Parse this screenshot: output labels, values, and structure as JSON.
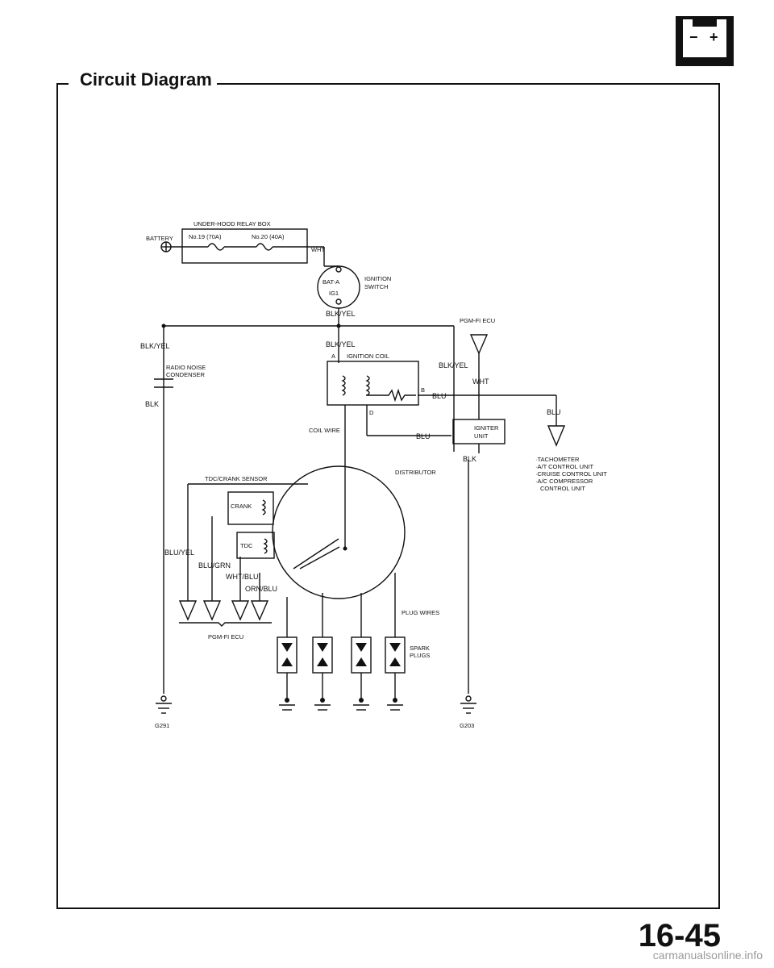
{
  "header": {
    "section_title": "Circuit Diagram",
    "battery_icon_symbols": [
      "−",
      "+"
    ]
  },
  "diagram": {
    "relay_box": {
      "title": "UNDER-HOOD RELAY BOX",
      "fuse_1": "No.19 (70A)",
      "fuse_2": "No.20 (40A)"
    },
    "battery": "BATTERY",
    "ignition_switch": {
      "label_line1": "IGNITION",
      "label_line2": "SWITCH",
      "terminal_1": "BAT-A",
      "terminal_2": "IG1"
    },
    "wires": {
      "wht_relay": "WHT",
      "blk_yel_main": "BLK/YEL",
      "blk_yel_left": "BLK/YEL",
      "blk_yel_coil": "BLK/YEL",
      "blk_yel_right": "BLK/YEL",
      "wht_right": "WHT",
      "blu_coil": "BLU",
      "blu_igniter": "BLU",
      "blu_output": "BLU",
      "blk_left": "BLK",
      "blk_right": "BLK",
      "blu_yel": "BLU/YEL",
      "blu_grn": "BLU/GRN",
      "wht_blu": "WHT/BLU",
      "orn_blu": "ORN/BLU"
    },
    "radio_noise_condenser": {
      "line1": "RADIO NOISE",
      "line2": "CONDENSER"
    },
    "pgm_fi_ecu_top": "PGM-FI ECU",
    "pgm_fi_ecu_bottom": "PGM-FI ECU",
    "ignition_coil": {
      "label": "IGNITION COIL",
      "terminal_a": "A",
      "terminal_b": "B",
      "terminal_d": "D"
    },
    "coil_wire": "COIL WIRE",
    "igniter_unit": {
      "line1": "IGNITER",
      "line2": "UNIT"
    },
    "distributor": "DISTRIBUTOR",
    "tdc_crank_sensor": {
      "title": "TDC/CRANK SENSOR",
      "crank": "CRANK",
      "tdc": "TDC"
    },
    "plug_wires": "PLUG WIRES",
    "spark_plugs": {
      "line1": "SPARK",
      "line2": "PLUGS"
    },
    "outputs": [
      "·TACHOMETER",
      "·A/T CONTROL UNIT",
      "·CRUISE CONTROL UNIT",
      "·A/C COMPRESSOR",
      "CONTROL UNIT"
    ],
    "grounds": {
      "left": "G291",
      "right": "G203"
    }
  },
  "footer": {
    "page_number": "16-45",
    "watermark": "carmanualsonline.info"
  }
}
